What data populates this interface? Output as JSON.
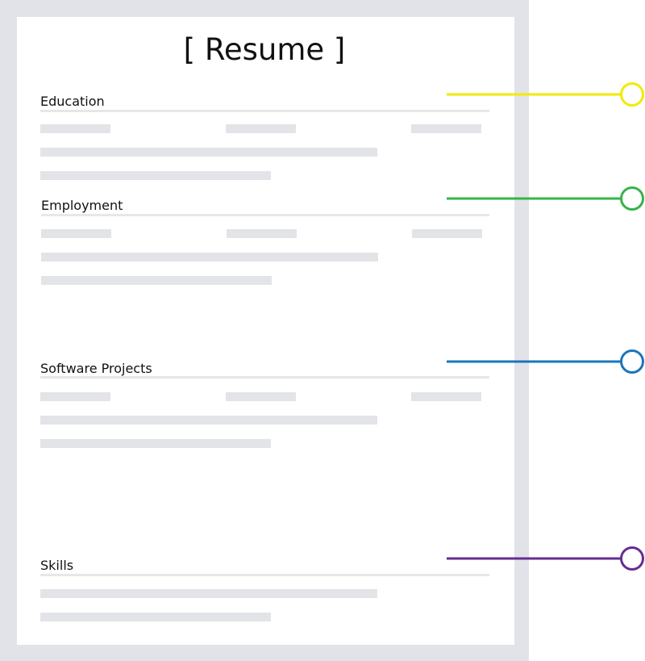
{
  "document": {
    "title": "[ Resume ]"
  },
  "sections": [
    {
      "heading": "Education",
      "color": "#f2ea00"
    },
    {
      "heading": "Employment",
      "color": "#37b34a"
    },
    {
      "heading": "Software Projects",
      "color": "#1b75bb"
    },
    {
      "heading": "Skills",
      "color": "#662d91"
    }
  ]
}
